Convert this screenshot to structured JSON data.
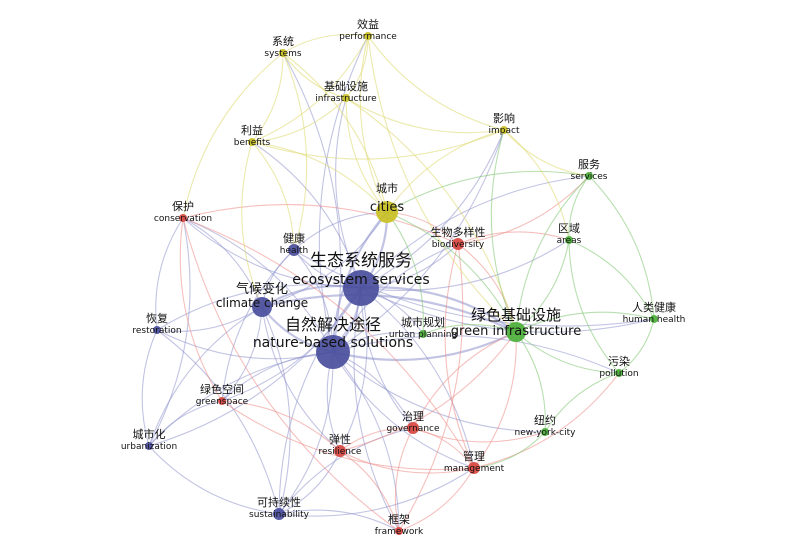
{
  "colors": {
    "blue": "#4a4e9c",
    "red": "#d8453f",
    "green": "#4caf3a",
    "yellow": "#c9c024",
    "edge_blue": "#8f93cc",
    "edge_red": "#ec8c87",
    "edge_green": "#7cc46d",
    "edge_yellow": "#dcd76a"
  },
  "nodes": [
    {
      "id": "ecosystem",
      "zh": "生态系统服务",
      "en": "ecosystem services",
      "cluster": "blue",
      "weight": 5
    },
    {
      "id": "nbs",
      "zh": "自然解决途径",
      "en": "nature-based solutions",
      "cluster": "blue",
      "weight": 5
    },
    {
      "id": "climate",
      "zh": "气候变化",
      "en": "climate change",
      "cluster": "blue",
      "weight": 4
    },
    {
      "id": "health",
      "zh": "健康",
      "en": "health",
      "cluster": "blue",
      "weight": 2
    },
    {
      "id": "restoration",
      "zh": "恢复",
      "en": "restoration",
      "cluster": "blue",
      "weight": 1
    },
    {
      "id": "urbanization",
      "zh": "城市化",
      "en": "urbanization",
      "cluster": "blue",
      "weight": 1
    },
    {
      "id": "sustainability",
      "zh": "可持续性",
      "en": "sustainability",
      "cluster": "blue",
      "weight": 2
    },
    {
      "id": "conservation",
      "zh": "保护",
      "en": "conservation",
      "cluster": "red",
      "weight": 1
    },
    {
      "id": "greenspace",
      "zh": "绿色空间",
      "en": "greenspace",
      "cluster": "red",
      "weight": 1
    },
    {
      "id": "resilience",
      "zh": "弹性",
      "en": "resilience",
      "cluster": "red",
      "weight": 2
    },
    {
      "id": "governance",
      "zh": "治理",
      "en": "governance",
      "cluster": "red",
      "weight": 2
    },
    {
      "id": "management",
      "zh": "管理",
      "en": "management",
      "cluster": "red",
      "weight": 2
    },
    {
      "id": "framework",
      "zh": "框架",
      "en": "framework",
      "cluster": "red",
      "weight": 1
    },
    {
      "id": "biodiversity",
      "zh": "生物多样性",
      "en": "biodiversity",
      "cluster": "red",
      "weight": 2
    },
    {
      "id": "urbanplanning",
      "zh": "城市规划",
      "en": "urban planning",
      "cluster": "green",
      "weight": 1
    },
    {
      "id": "greeninfra",
      "zh": "绿色基础设施",
      "en": "green infrastructure",
      "cluster": "green",
      "weight": 4
    },
    {
      "id": "services",
      "zh": "服务",
      "en": "services",
      "cluster": "green",
      "weight": 1
    },
    {
      "id": "areas",
      "zh": "区域",
      "en": "areas",
      "cluster": "green",
      "weight": 1
    },
    {
      "id": "humanhealth",
      "zh": "人类健康",
      "en": "human health",
      "cluster": "green",
      "weight": 1
    },
    {
      "id": "pollution",
      "zh": "污染",
      "en": "pollution",
      "cluster": "green",
      "weight": 1
    },
    {
      "id": "newyork",
      "zh": "纽约",
      "en": "new-york-city",
      "cluster": "green",
      "weight": 1
    },
    {
      "id": "cities",
      "zh": "城市",
      "en": "cities",
      "cluster": "yellow",
      "weight": 3
    },
    {
      "id": "performance",
      "zh": "效益",
      "en": "performance",
      "cluster": "yellow",
      "weight": 1
    },
    {
      "id": "systems",
      "zh": "系统",
      "en": "systems",
      "cluster": "yellow",
      "weight": 1
    },
    {
      "id": "infrastructure",
      "zh": "基础设施",
      "en": "infrastructure",
      "cluster": "yellow",
      "weight": 1
    },
    {
      "id": "benefits",
      "zh": "利益",
      "en": "benefits",
      "cluster": "yellow",
      "weight": 1
    },
    {
      "id": "impact",
      "zh": "影响",
      "en": "impact",
      "cluster": "yellow",
      "weight": 1
    }
  ],
  "edges": [
    [
      "ecosystem",
      "nbs"
    ],
    [
      "ecosystem",
      "climate"
    ],
    [
      "ecosystem",
      "health"
    ],
    [
      "ecosystem",
      "cities"
    ],
    [
      "ecosystem",
      "greeninfra"
    ],
    [
      "ecosystem",
      "biodiversity"
    ],
    [
      "ecosystem",
      "conservation"
    ],
    [
      "ecosystem",
      "restoration"
    ],
    [
      "ecosystem",
      "urbanization"
    ],
    [
      "ecosystem",
      "sustainability"
    ],
    [
      "ecosystem",
      "resilience"
    ],
    [
      "ecosystem",
      "governance"
    ],
    [
      "ecosystem",
      "management"
    ],
    [
      "ecosystem",
      "benefits"
    ],
    [
      "ecosystem",
      "infrastructure"
    ],
    [
      "ecosystem",
      "impact"
    ],
    [
      "ecosystem",
      "services"
    ],
    [
      "ecosystem",
      "areas"
    ],
    [
      "ecosystem",
      "urbanplanning"
    ],
    [
      "ecosystem",
      "humanhealth"
    ],
    [
      "ecosystem",
      "greenspace"
    ],
    [
      "ecosystem",
      "framework"
    ],
    [
      "nbs",
      "climate"
    ],
    [
      "nbs",
      "health"
    ],
    [
      "nbs",
      "cities"
    ],
    [
      "nbs",
      "greeninfra"
    ],
    [
      "nbs",
      "biodiversity"
    ],
    [
      "nbs",
      "conservation"
    ],
    [
      "nbs",
      "restoration"
    ],
    [
      "nbs",
      "urbanization"
    ],
    [
      "nbs",
      "sustainability"
    ],
    [
      "nbs",
      "resilience"
    ],
    [
      "nbs",
      "governance"
    ],
    [
      "nbs",
      "management"
    ],
    [
      "nbs",
      "framework"
    ],
    [
      "nbs",
      "greenspace"
    ],
    [
      "nbs",
      "urbanplanning"
    ],
    [
      "nbs",
      "systems"
    ],
    [
      "nbs",
      "performance"
    ],
    [
      "nbs",
      "impact"
    ],
    [
      "nbs",
      "pollution"
    ],
    [
      "nbs",
      "newyork"
    ],
    [
      "climate",
      "restoration"
    ],
    [
      "climate",
      "conservation"
    ],
    [
      "climate",
      "health"
    ],
    [
      "climate",
      "urbanization"
    ],
    [
      "climate",
      "sustainability"
    ],
    [
      "climate",
      "resilience"
    ],
    [
      "climate",
      "greenspace"
    ],
    [
      "climate",
      "cities"
    ],
    [
      "climate",
      "greeninfra"
    ],
    [
      "health",
      "greenspace"
    ],
    [
      "health",
      "cities"
    ],
    [
      "health",
      "humanhealth"
    ],
    [
      "restoration",
      "conservation"
    ],
    [
      "restoration",
      "urbanization"
    ],
    [
      "restoration",
      "sustainability"
    ],
    [
      "urbanization",
      "sustainability"
    ],
    [
      "urbanization",
      "greenspace"
    ],
    [
      "urbanization",
      "conservation"
    ],
    [
      "sustainability",
      "framework"
    ],
    [
      "sustainability",
      "resilience"
    ],
    [
      "sustainability",
      "governance"
    ],
    [
      "sustainability",
      "management"
    ],
    [
      "conservation",
      "biodiversity"
    ],
    [
      "conservation",
      "greenspace"
    ],
    [
      "conservation",
      "management"
    ],
    [
      "conservation",
      "framework"
    ],
    [
      "greenspace",
      "resilience"
    ],
    [
      "greenspace",
      "management"
    ],
    [
      "resilience",
      "governance"
    ],
    [
      "resilience",
      "management"
    ],
    [
      "resilience",
      "framework"
    ],
    [
      "resilience",
      "greeninfra"
    ],
    [
      "governance",
      "management"
    ],
    [
      "governance",
      "framework"
    ],
    [
      "governance",
      "greeninfra"
    ],
    [
      "governance",
      "newyork"
    ],
    [
      "management",
      "framework"
    ],
    [
      "management",
      "greeninfra"
    ],
    [
      "management",
      "biodiversity"
    ],
    [
      "management",
      "pollution"
    ],
    [
      "biodiversity",
      "greeninfra"
    ],
    [
      "biodiversity",
      "cities"
    ],
    [
      "biodiversity",
      "areas"
    ],
    [
      "biodiversity",
      "services"
    ],
    [
      "biodiversity",
      "framework"
    ],
    [
      "greeninfra",
      "urbanplanning"
    ],
    [
      "greeninfra",
      "services"
    ],
    [
      "greeninfra",
      "areas"
    ],
    [
      "greeninfra",
      "humanhealth"
    ],
    [
      "greeninfra",
      "pollution"
    ],
    [
      "greeninfra",
      "newyork"
    ],
    [
      "greeninfra",
      "cities"
    ],
    [
      "greeninfra",
      "impact"
    ],
    [
      "services",
      "areas"
    ],
    [
      "services",
      "humanhealth"
    ],
    [
      "services",
      "cities"
    ],
    [
      "areas",
      "humanhealth"
    ],
    [
      "areas",
      "pollution"
    ],
    [
      "humanhealth",
      "pollution"
    ],
    [
      "pollution",
      "newyork"
    ],
    [
      "newyork",
      "management"
    ],
    [
      "urbanplanning",
      "cities"
    ],
    [
      "cities",
      "performance"
    ],
    [
      "cities",
      "systems"
    ],
    [
      "cities",
      "infrastructure"
    ],
    [
      "cities",
      "benefits"
    ],
    [
      "cities",
      "impact"
    ],
    [
      "performance",
      "systems"
    ],
    [
      "performance",
      "infrastructure"
    ],
    [
      "performance",
      "impact"
    ],
    [
      "performance",
      "benefits"
    ],
    [
      "systems",
      "infrastructure"
    ],
    [
      "systems",
      "benefits"
    ],
    [
      "systems",
      "conservation"
    ],
    [
      "infrastructure",
      "benefits"
    ],
    [
      "infrastructure",
      "impact"
    ],
    [
      "infrastructure",
      "greeninfra"
    ],
    [
      "benefits",
      "impact"
    ],
    [
      "benefits",
      "health"
    ],
    [
      "impact",
      "services"
    ],
    [
      "impact",
      "areas"
    ],
    [
      "performance",
      "greeninfra"
    ],
    [
      "systems",
      "health"
    ],
    [
      "benefits",
      "climate"
    ]
  ]
}
